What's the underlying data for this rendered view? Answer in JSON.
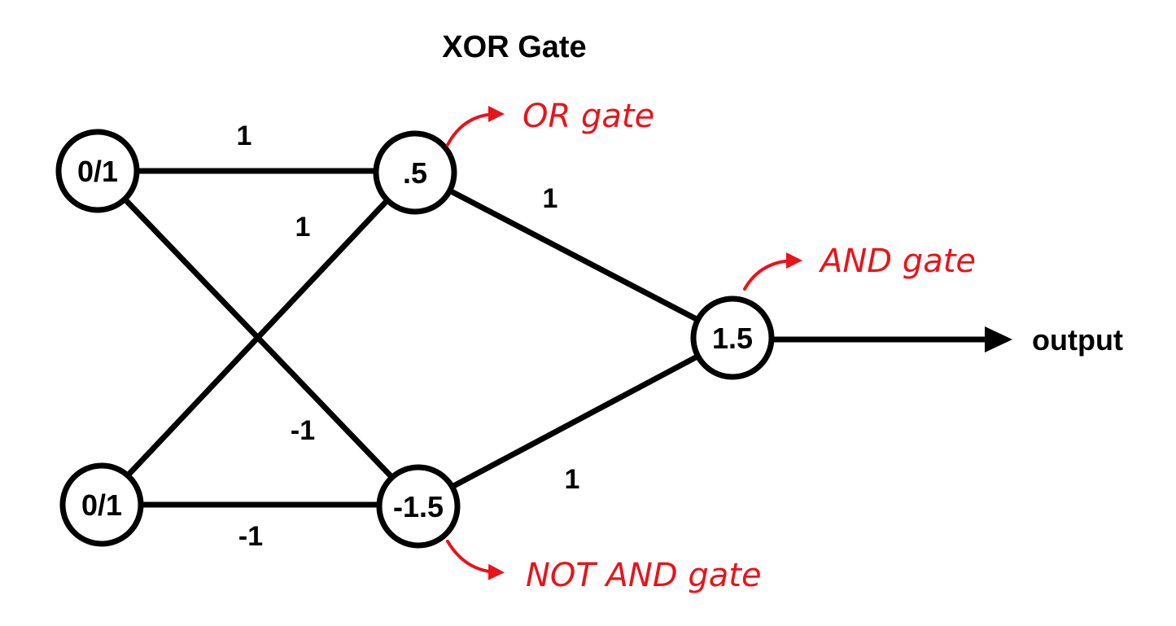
{
  "title": "XOR Gate",
  "nodes": {
    "input_top": "0/1",
    "input_bottom": "0/1",
    "hidden_top": ".5",
    "hidden_bottom": "-1.5",
    "output_node": "1.5"
  },
  "weights": {
    "in_top_to_hid_top": "1",
    "in_bottom_to_hid_top": "1",
    "in_top_to_hid_bottom": "-1",
    "in_bottom_to_hid_bottom": "-1",
    "hid_top_to_out": "1",
    "hid_bottom_to_out": "1"
  },
  "annotations": {
    "or_gate": "OR gate",
    "and_gate": "AND gate",
    "not_and_gate": "NOT AND gate"
  },
  "output_label": "output",
  "colors": {
    "annotation": "#e8141b",
    "stroke": "#000000",
    "background": "#ffffff"
  }
}
